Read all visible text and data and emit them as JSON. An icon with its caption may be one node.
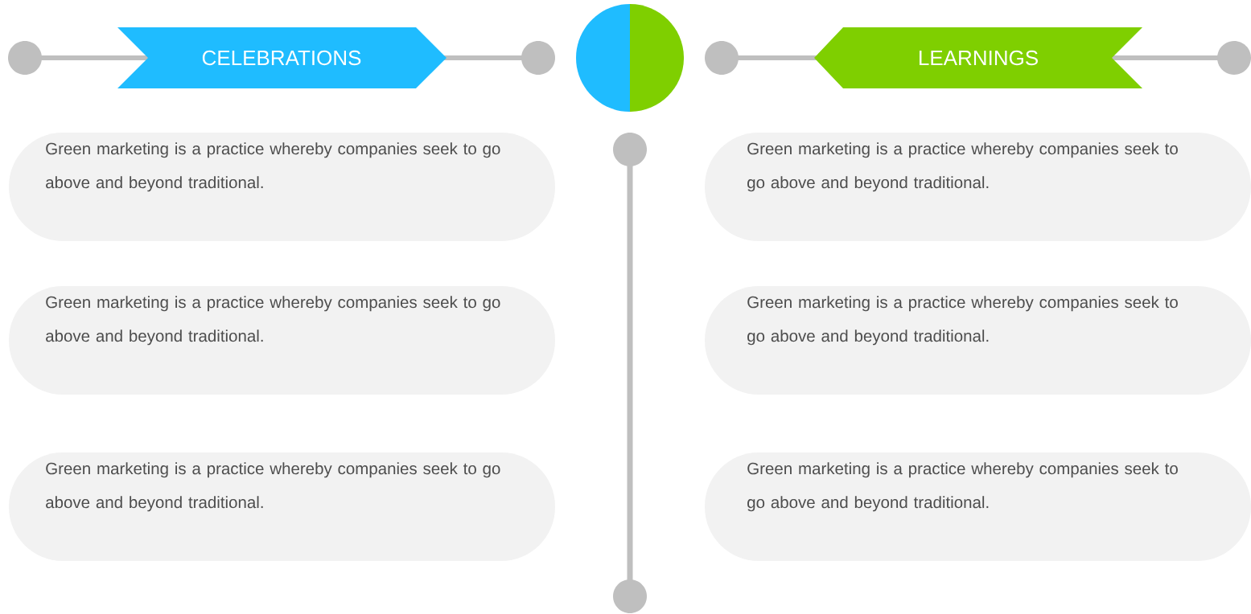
{
  "diagram": {
    "nodes": [
      {
        "text": [
          "CELEBRATIONS"
        ]
      },
      {
        "text": [
          "LEARNINGS"
        ]
      },
      {
        "text": [
          "Green marketing is a practice whereby companies seek to go above and beyond traditional."
        ]
      },
      {
        "text": [
          "Green marketing is a practice whereby companies seek to go above and beyond traditional."
        ]
      },
      {
        "text": [
          "Green marketing is a practice whereby companies seek to go above and beyond traditional."
        ]
      },
      {
        "text": [
          "Green marketing is a practice whereby companies seek to go above and beyond traditional."
        ]
      },
      {
        "text": [
          "Green marketing is a practice whereby companies seek to go above and beyond traditional."
        ]
      },
      {
        "text": [
          "Green marketing is a practice whereby companies seek to go above and beyond traditional."
        ]
      }
    ]
  }
}
